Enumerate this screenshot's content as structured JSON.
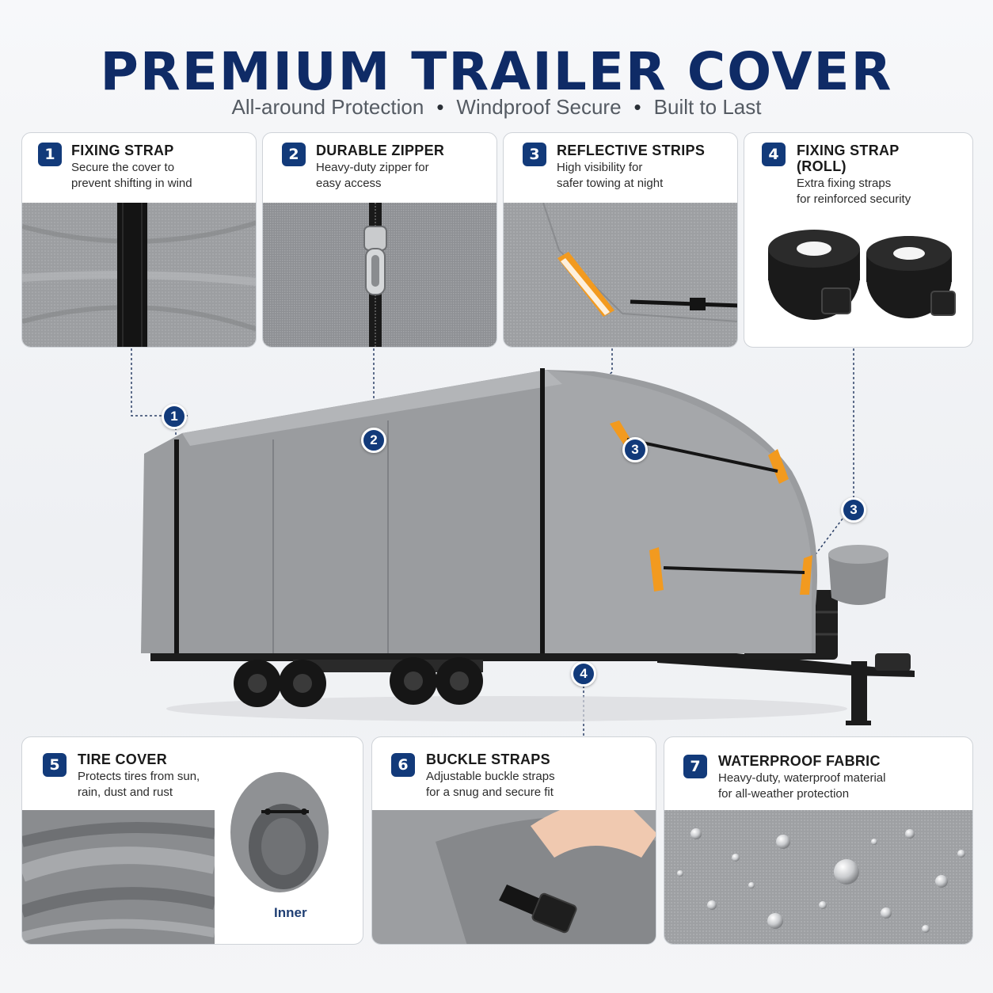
{
  "header": {
    "title": "PREMIUM TRAILER COVER",
    "taglines": [
      "All-around Protection",
      "Windproof Secure",
      "Built to Last"
    ],
    "separator": "•"
  },
  "features": [
    {
      "num": "1",
      "title": "FIXING STRAP",
      "desc1": "Secure the cover to",
      "desc2": "prevent shifting in wind"
    },
    {
      "num": "2",
      "title": "DURABLE ZIPPER",
      "desc1": "Heavy-duty zipper for",
      "desc2": "easy access"
    },
    {
      "num": "3",
      "title": "REFLECTIVE STRIPS",
      "desc1": "High visibility for",
      "desc2": "safer towing at night"
    },
    {
      "num": "4",
      "title": "FIXING STRAP",
      "title2": "(ROLL)",
      "desc1": "Extra fixing straps",
      "desc2": "for reinforced security"
    },
    {
      "num": "5",
      "title": "TIRE COVER",
      "desc1": "Protects tires from sun,",
      "desc2": "rain, dust and rust",
      "inner_label": "Inner"
    },
    {
      "num": "6",
      "title": "BUCKLE STRAPS",
      "desc1": "Adjustable buckle straps",
      "desc2": "for a snug and secure fit"
    },
    {
      "num": "7",
      "title": "WATERPROOF FABRIC",
      "desc1": "Heavy-duty, waterproof material",
      "desc2": "for all-weather protection"
    }
  ],
  "markers": [
    "1",
    "2",
    "3",
    "3",
    "4"
  ],
  "colors": {
    "navy": "#0f2b66",
    "badge": "#123a7a",
    "fabric": "#9a9c9f",
    "reflective": "#f29a1f",
    "strap": "#151515"
  }
}
